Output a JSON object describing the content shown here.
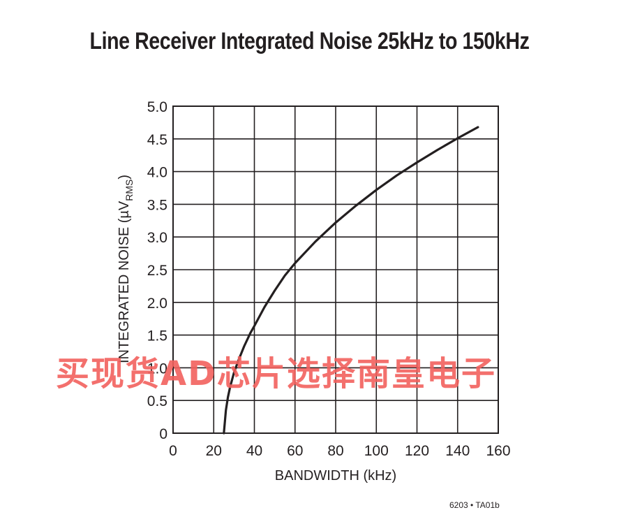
{
  "chart_data": {
    "type": "line",
    "title": "Line Receiver Integrated Noise 25kHz to 150kHz",
    "xlabel": "BANDWIDTH (kHz)",
    "ylabel_main": "INTEGRATED NOISE (µV",
    "ylabel_sub": "RMS",
    "ylabel_end": ")",
    "xlim": [
      0,
      160
    ],
    "ylim": [
      0,
      5.0
    ],
    "x_ticks": [
      "0",
      "20",
      "40",
      "60",
      "80",
      "100",
      "120",
      "140",
      "160"
    ],
    "y_ticks": [
      "0",
      "0.5",
      "1.0",
      "1.5",
      "2.0",
      "2.5",
      "3.0",
      "3.5",
      "4.0",
      "4.5",
      "5.0"
    ],
    "grid": true,
    "series": [
      {
        "x": [
          25,
          26,
          27,
          28,
          30,
          32,
          35,
          38,
          40,
          45,
          50,
          55,
          60,
          70,
          80,
          90,
          100,
          110,
          120,
          130,
          140,
          150
        ],
        "y": [
          0,
          0.35,
          0.55,
          0.7,
          0.93,
          1.1,
          1.33,
          1.53,
          1.64,
          1.93,
          2.18,
          2.41,
          2.6,
          2.93,
          3.22,
          3.48,
          3.72,
          3.94,
          4.14,
          4.33,
          4.51,
          4.68
        ]
      }
    ]
  },
  "figure_id": "6203 • TA01b",
  "watermark": "买现货AD芯片选择南皇电子"
}
